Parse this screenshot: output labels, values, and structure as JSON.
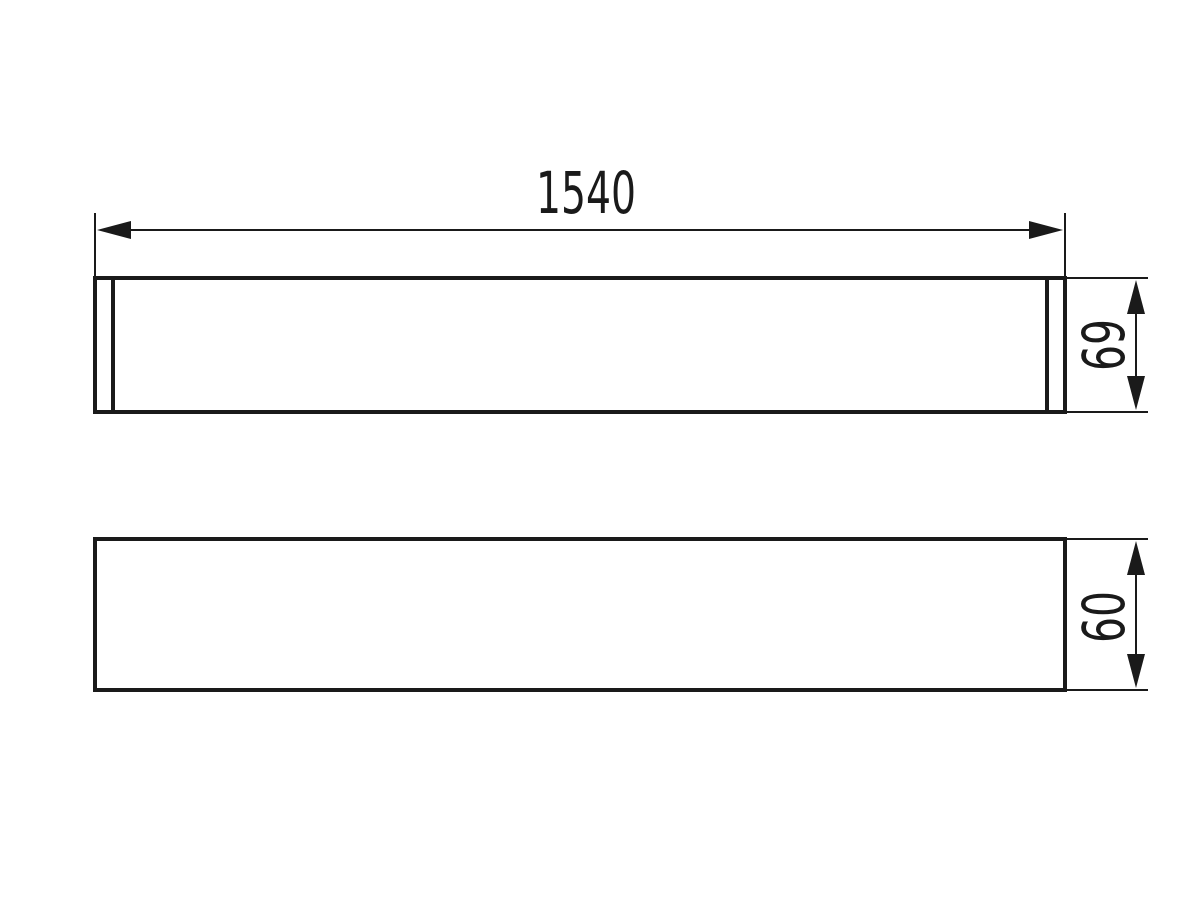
{
  "dimensions": {
    "length": "1540",
    "side_height": "69",
    "front_height": "60"
  },
  "colors": {
    "line": "#1a1a1a",
    "background": "#ffffff"
  }
}
